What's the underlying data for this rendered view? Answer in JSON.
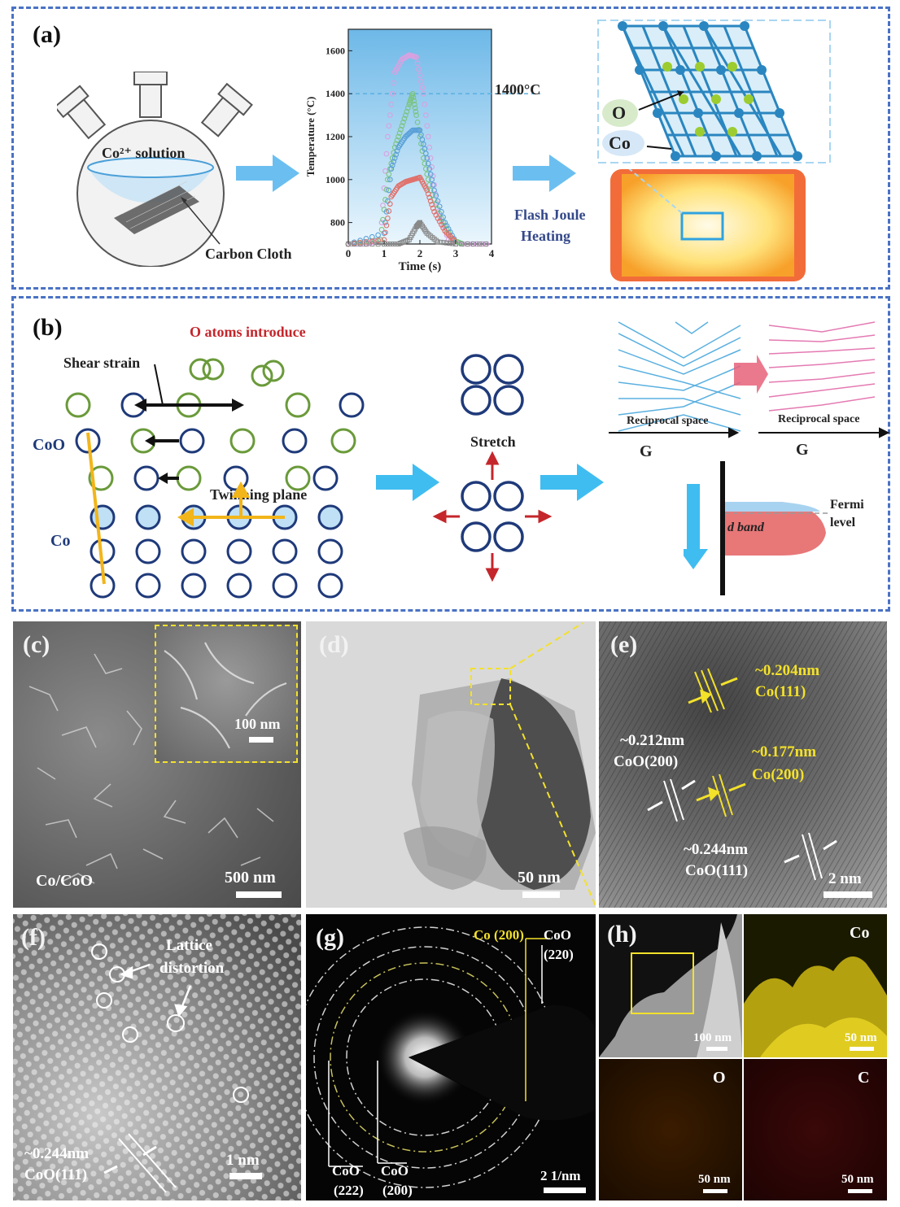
{
  "panel_a": {
    "label": "(a)",
    "solution_label": "Co²⁺ solution",
    "cloth_label": "Carbon Cloth",
    "process_label_line1": "Flash Joule",
    "process_label_line2": "Heating",
    "atom_O": "O",
    "atom_Co": "Co",
    "chart_data": {
      "type": "scatter",
      "xlabel": "Time (s)",
      "ylabel": "Temperature (°C)",
      "xlim": [
        0,
        4
      ],
      "ylim": [
        700,
        1700
      ],
      "x_ticks": [
        "0",
        "1",
        "2",
        "3",
        "4"
      ],
      "y_ticks": [
        "800",
        "1000",
        "1200",
        "1400",
        "1600"
      ],
      "annotation": "1400°C",
      "reference_line": 1400,
      "series": [
        {
          "color": "#d9a1e0",
          "x": [
            0,
            0.5,
            0.9,
            1.1,
            1.3,
            1.5,
            1.7,
            1.9,
            2.1,
            2.3,
            2.5,
            2.8,
            3.2,
            4
          ],
          "y": [
            700,
            700,
            720,
            1200,
            1500,
            1560,
            1580,
            1570,
            1400,
            1100,
            850,
            720,
            700,
            700
          ]
        },
        {
          "color": "#7bc47f",
          "x": [
            0,
            0.9,
            1.1,
            1.3,
            1.5,
            1.7,
            1.8,
            1.9,
            2.1,
            2.3,
            2.6,
            2.9,
            3.2
          ],
          "y": [
            700,
            720,
            1000,
            1150,
            1250,
            1350,
            1400,
            1300,
            1100,
            950,
            820,
            720,
            700
          ]
        },
        {
          "color": "#5aa0d8",
          "x": [
            0,
            1.0,
            1.2,
            1.4,
            1.6,
            1.8,
            2.0,
            2.2,
            2.4,
            2.7,
            3.0
          ],
          "y": [
            700,
            750,
            1050,
            1150,
            1200,
            1230,
            1230,
            1100,
            950,
            800,
            710
          ]
        },
        {
          "color": "#e0706a",
          "x": [
            0,
            1.0,
            1.2,
            1.4,
            1.6,
            1.8,
            2.0,
            2.2,
            2.4,
            2.7,
            3.0
          ],
          "y": [
            700,
            720,
            920,
            970,
            990,
            1000,
            1010,
            950,
            850,
            760,
            710
          ]
        },
        {
          "color": "#888888",
          "x": [
            0,
            1.0,
            1.4,
            1.7,
            1.9,
            2.0,
            2.2,
            2.5,
            3.0,
            4
          ],
          "y": [
            700,
            700,
            700,
            720,
            780,
            800,
            750,
            710,
            700,
            700
          ]
        }
      ]
    }
  },
  "panel_b": {
    "label": "(b)",
    "o_atoms": "O atoms introduce",
    "shear_strain": "Shear strain",
    "coo": "CoO",
    "co": "Co",
    "twinning_plane": "Twinning plane",
    "stretch": "Stretch",
    "reciprocal_space_1": "Reciprocal space",
    "reciprocal_space_2": "Reciprocal space",
    "g1": "G",
    "g2": "G",
    "fermi_line1": "Fermi",
    "fermi_line2": "level",
    "d_band": "d band"
  },
  "panel_c": {
    "label": "(c)",
    "inset_scale": "100 nm",
    "material": "Co/CoO",
    "scale": "500 nm"
  },
  "panel_d": {
    "label": "(d)",
    "scale": "50 nm"
  },
  "panel_e": {
    "label": "(e)",
    "d1": "~0.204nm",
    "p1": "Co(111)",
    "d2": "~0.212nm",
    "p2": "CoO(200)",
    "d3": "~0.177nm",
    "p3": "Co(200)",
    "d4": "~0.244nm",
    "p4": "CoO(111)",
    "scale": "2 nm"
  },
  "panel_f": {
    "label": "(f)",
    "note_line1": "Lattice",
    "note_line2": "distortion",
    "d": "~0.244nm",
    "p": "CoO(111)",
    "scale": "1 nm"
  },
  "panel_g": {
    "label": "(g)",
    "co200": "Co (200)",
    "coo220_a": "CoO",
    "coo220_b": "(220)",
    "coo222_a": "CoO",
    "coo222_b": "(222)",
    "coo200_a": "CoO",
    "coo200_b": "(200)",
    "scale": "2 1/nm"
  },
  "panel_h": {
    "label": "(h)",
    "scale_main": "100 nm",
    "co": "Co",
    "co_scale": "50 nm",
    "o": "O",
    "o_scale": "50 nm",
    "c": "C",
    "c_scale": "50 nm"
  }
}
